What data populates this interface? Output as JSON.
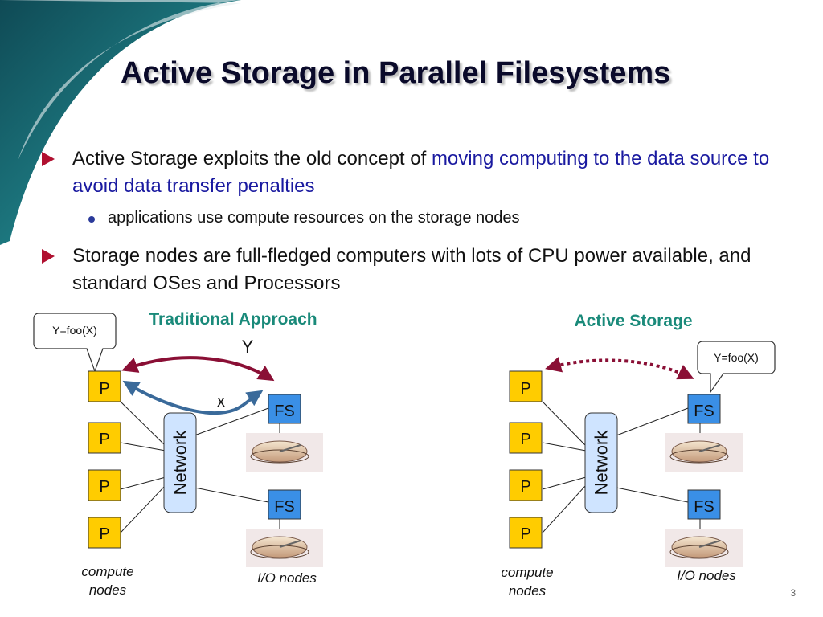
{
  "slide": {
    "title": "Active Storage in Parallel Filesystems",
    "page_number": "3"
  },
  "bullets": [
    {
      "text_plain": "Active Storage exploits the old concept of ",
      "text_highlight": "moving computing to the data source to avoid data transfer penalties",
      "sub_bullets": [
        "applications use compute resources on the storage nodes"
      ]
    },
    {
      "text_plain": "Storage nodes are full-fledged computers with lots of CPU power available, and standard OSes and Processors"
    }
  ],
  "diagrams": {
    "traditional": {
      "heading": "Traditional Approach",
      "callout": "Y=foo(X)",
      "arrow_y_label": "Y",
      "arrow_x_label": "x",
      "compute_label": "P",
      "network_label": "Network",
      "fs_label": "FS",
      "compute_caption_line1": "compute",
      "compute_caption_line2": "nodes",
      "io_caption": "I/O nodes"
    },
    "active": {
      "heading": "Active Storage",
      "callout": "Y=foo(X)",
      "compute_label": "P",
      "network_label": "Network",
      "fs_label": "FS",
      "compute_caption_line1": "compute",
      "compute_caption_line2": "nodes",
      "io_caption": "I/O nodes"
    }
  },
  "colors": {
    "heading_teal": "#1a8a7a",
    "compute_fill": "#ffcc00",
    "fs_fill": "#3a8fe6",
    "network_fill": "#cfe4ff",
    "arrow_maroon": "#8a0f35",
    "arrow_blue": "#3a6a9a",
    "bullet_marker": "#b01030",
    "highlight_text": "#1a1aa0"
  }
}
